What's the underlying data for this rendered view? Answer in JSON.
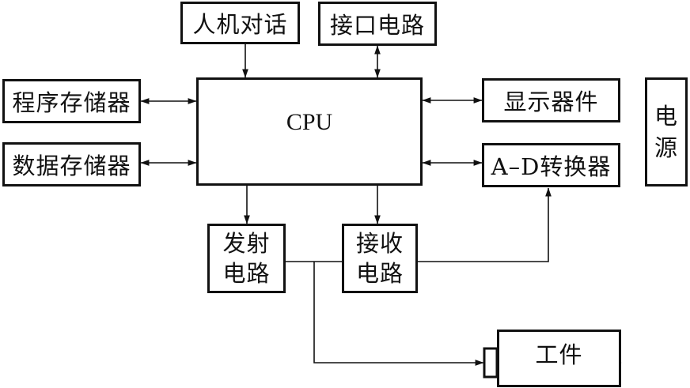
{
  "blocks": {
    "human_dialog": "人机对话",
    "interface_circuit": "接口电路",
    "program_memory": "程序存储器",
    "data_memory": "数据存储器",
    "cpu": "CPU",
    "display": "显示器件",
    "adc": "A–D转换器",
    "power_line1": "电",
    "power_line2": "源",
    "tx_line1": "发射",
    "tx_line2": "电路",
    "rx_line1": "接收",
    "rx_line2": "电路",
    "workpiece": "工件"
  },
  "colors": {
    "stroke": "#111111",
    "background": "#ffffff"
  }
}
